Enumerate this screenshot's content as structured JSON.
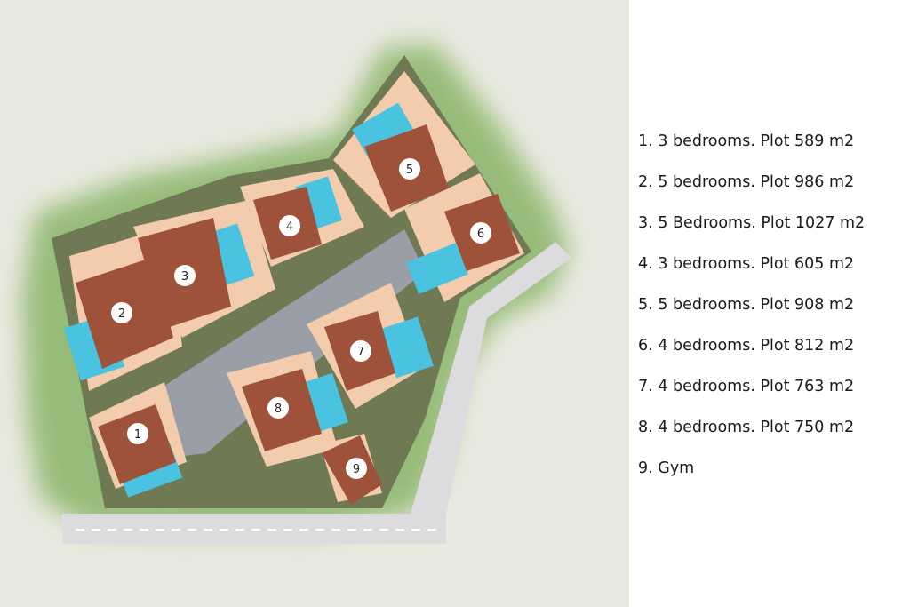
{
  "site_plan": {
    "plots": [
      {
        "number": "1"
      },
      {
        "number": "2"
      },
      {
        "number": "3"
      },
      {
        "number": "4"
      },
      {
        "number": "5"
      },
      {
        "number": "6"
      },
      {
        "number": "7"
      },
      {
        "number": "8"
      },
      {
        "number": "9"
      }
    ],
    "colors": {
      "background": "#e9e9df",
      "greenery": "#8fb86e",
      "plot_ground": "#6f7a55",
      "road": "#dcdcdf",
      "terrace": "#f2ccad",
      "roof": "#9f523a",
      "pool": "#49c3df"
    }
  },
  "legend": {
    "items": [
      "1. 3 bedrooms. Plot 589 m2",
      "2. 5 bedrooms. Plot 986 m2",
      "3. 5 Bedrooms. Plot 1027 m2",
      "4. 3 bedrooms. Plot 605 m2",
      "5. 5 bedrooms. Plot 908 m2",
      "6. 4 bedrooms. Plot 812 m2",
      "7. 4 bedrooms. Plot 763 m2",
      "8. 4 bedrooms. Plot 750 m2",
      "9. Gym"
    ]
  }
}
